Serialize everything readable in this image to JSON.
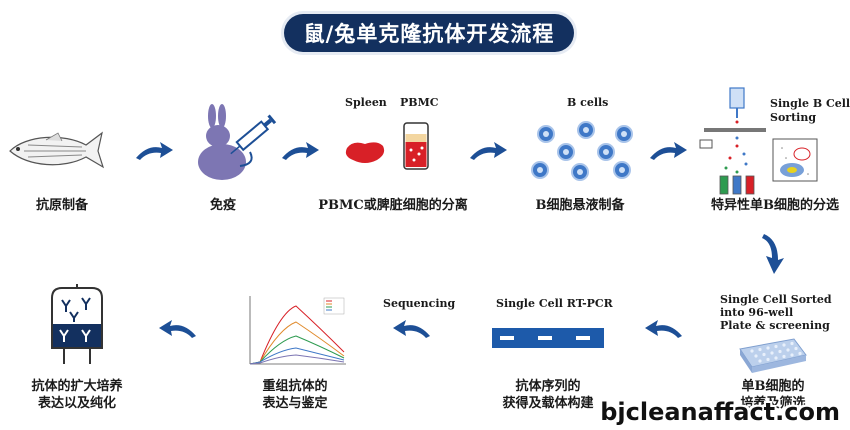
{
  "title": "鼠/兔单克隆抗体开发流程",
  "steps": [
    {
      "label": "抗原制备",
      "icon": "fish-icon"
    },
    {
      "label": "免疫",
      "icon": "rabbit-syringe-icon"
    },
    {
      "label": "PBMC或脾脏细胞的分离",
      "icon": "spleen-tube-icon",
      "tags": [
        "Spleen",
        "PBMC"
      ]
    },
    {
      "label": "B细胞悬液制备",
      "icon": "b-cells-icon",
      "tags": [
        "B cells"
      ]
    },
    {
      "label": "特异性单B细胞的分选",
      "icon": "cell-sorter-icon",
      "tags": [
        "Single B Cell",
        "Sorting"
      ]
    },
    {
      "label_lines": [
        "单B细胞的",
        "培养及筛选"
      ],
      "icon": "well-plate-icon",
      "tags": [
        "Single Cell Sorted",
        "into 96-well",
        "Plate & screening"
      ]
    },
    {
      "label_lines": [
        "抗体序列的",
        "获得及载体构建"
      ],
      "icon": "gel-strip-icon",
      "tags": [
        "Single Cell RT-PCR"
      ]
    },
    {
      "label_lines": [
        "重组抗体的",
        "表达与鉴定"
      ],
      "icon": "binding-curve-icon",
      "tags": [
        "Sequencing"
      ]
    },
    {
      "label_lines": [
        "抗体的扩大培养",
        "表达以及纯化"
      ],
      "icon": "bioreactor-icon"
    }
  ],
  "watermark": "bjcleanaffact.com",
  "colors": {
    "navy": "#13305f",
    "arrow": "#1d4f96",
    "rabbit": "#7d76b3",
    "spleen": "#d82027",
    "cell": "#3f78c7",
    "plate": "#bcd0ec"
  }
}
